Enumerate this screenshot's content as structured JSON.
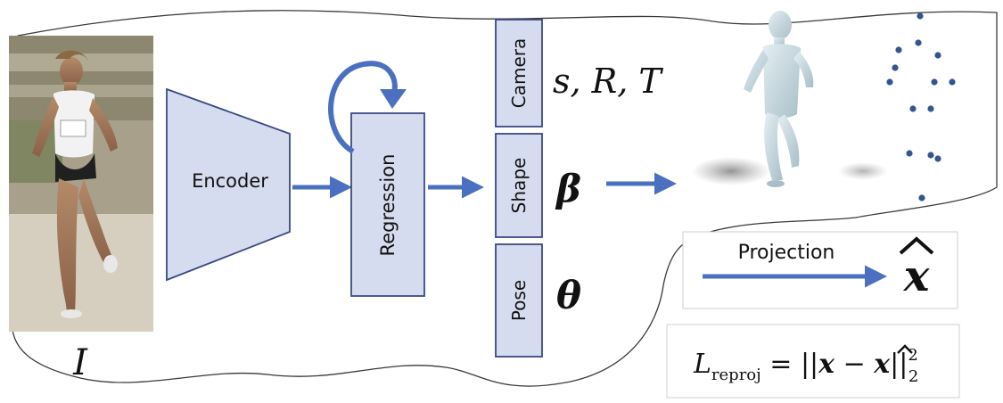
{
  "input": {
    "symbol": "I"
  },
  "encoder": {
    "label": "Encoder"
  },
  "regression": {
    "label": "Regression"
  },
  "outputs": {
    "camera": {
      "label": "Camera",
      "symbol": "s, R, T"
    },
    "shape": {
      "label": "Shape",
      "symbol": "β"
    },
    "pose": {
      "label": "Pose",
      "symbol": "θ"
    }
  },
  "projection": {
    "label": "Projection",
    "symbol": "x"
  },
  "loss": {
    "symbol": "L",
    "subscript": "reproj",
    "body": " = ||",
    "vec_x": "x",
    "minus": " − ",
    "vec_xhat": "x",
    "close": "||",
    "sup": "2",
    "sub": "2"
  },
  "colors": {
    "box_fill": "#d6dcef",
    "box_stroke": "#3a4a82",
    "arrow": "#4c70c0",
    "cloud_stroke": "#3a3a3a",
    "joint": "#34558f",
    "body_mesh": "#bfd4dc"
  }
}
